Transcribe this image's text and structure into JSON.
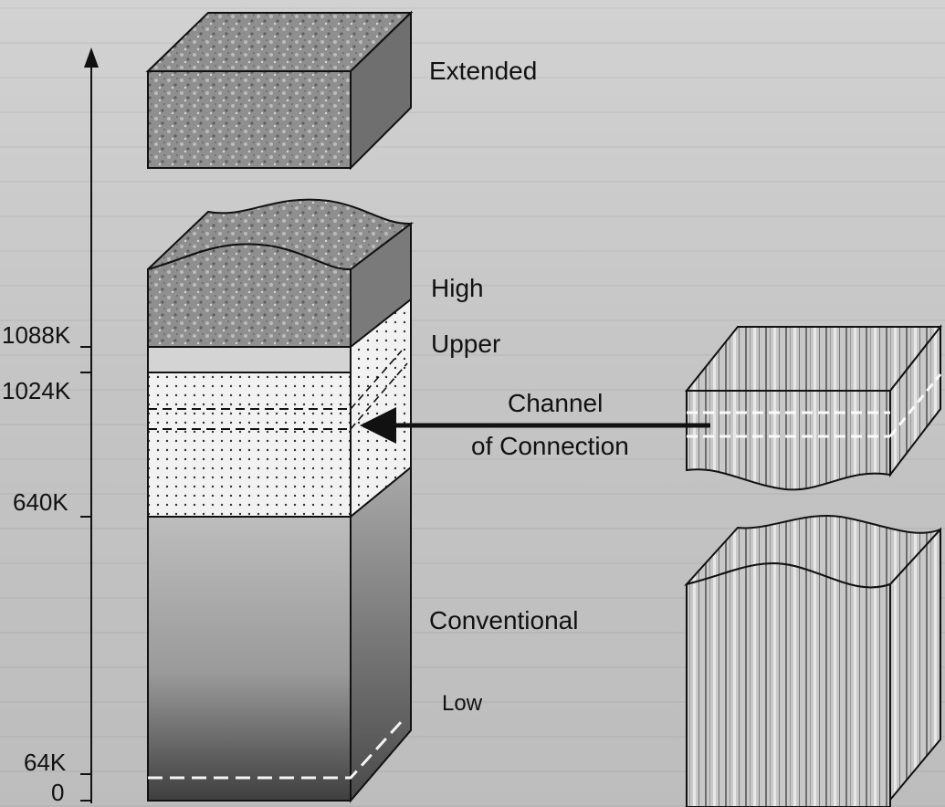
{
  "diagram": {
    "axis_ticks": [
      {
        "label": "1088K",
        "value": 1088
      },
      {
        "label": "1024K",
        "value": 1024
      },
      {
        "label": "640K",
        "value": 640
      },
      {
        "label": "64K",
        "value": 64
      },
      {
        "label": "0",
        "value": 0
      }
    ],
    "regions": {
      "extended": "Extended",
      "high": "High",
      "upper": "Upper",
      "conventional": "Conventional",
      "low": "Low"
    },
    "connection_label": {
      "line1": "Channel",
      "line2": "of Connection"
    },
    "colors": {
      "background": "#c9c9c9",
      "block_top": "#9a9a9a",
      "block_side": "#7d7d7d",
      "dotted_region": "#efefef",
      "conventional_light": "#bdbdbd",
      "conventional_dark": "#4a4a4a",
      "ink": "#111111"
    }
  }
}
